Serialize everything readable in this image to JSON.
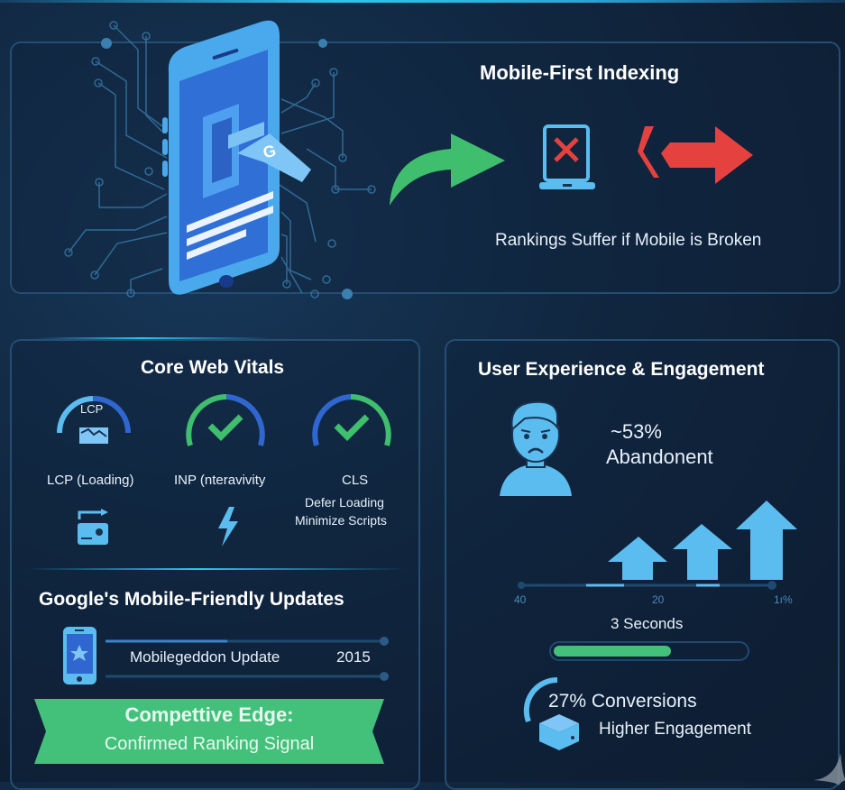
{
  "hero": {
    "title": "Mobile-First Indexing",
    "caption": "Rankings Suffer if Mobile is Broken",
    "phone_badge": "G"
  },
  "core_web_vitals": {
    "title": "Core Web Vitals",
    "gauges": [
      {
        "label": "LCP (Loading)",
        "inner_text": "LCP",
        "icon": "image-chart-icon"
      },
      {
        "label": "INP (nteravivity",
        "inner_text": "",
        "icon": "checkmark-icon"
      },
      {
        "label": "CLS",
        "inner_text": "",
        "icon": "checkmark-icon"
      }
    ],
    "cls_tips": [
      "Defer Loading",
      "Minimize Scripts"
    ],
    "sub_icons": [
      "image-transfer-icon",
      "lightning-icon"
    ]
  },
  "updates": {
    "title": "Google's Mobile-Friendly Updates",
    "item_name": "Mobilegeddon Update",
    "item_year": "2015"
  },
  "banner": {
    "line1": "Compettive Edge:",
    "line2": "Confirmed Ranking Signal"
  },
  "ux": {
    "title": "User Experience & Engagement",
    "abandon_pct": "~53%",
    "abandon_label": "Abandonent",
    "axis_ticks": [
      "40",
      "20",
      "1ı%"
    ],
    "load_label": "3 Seconds",
    "load_progress": 0.6,
    "conversions": "27% Conversions",
    "engagement": "Higher Engagement"
  },
  "colors": {
    "accent_blue": "#5bbcf0",
    "green": "#3fbf6e",
    "red": "#e5413f",
    "panel_border": "#244e72"
  }
}
